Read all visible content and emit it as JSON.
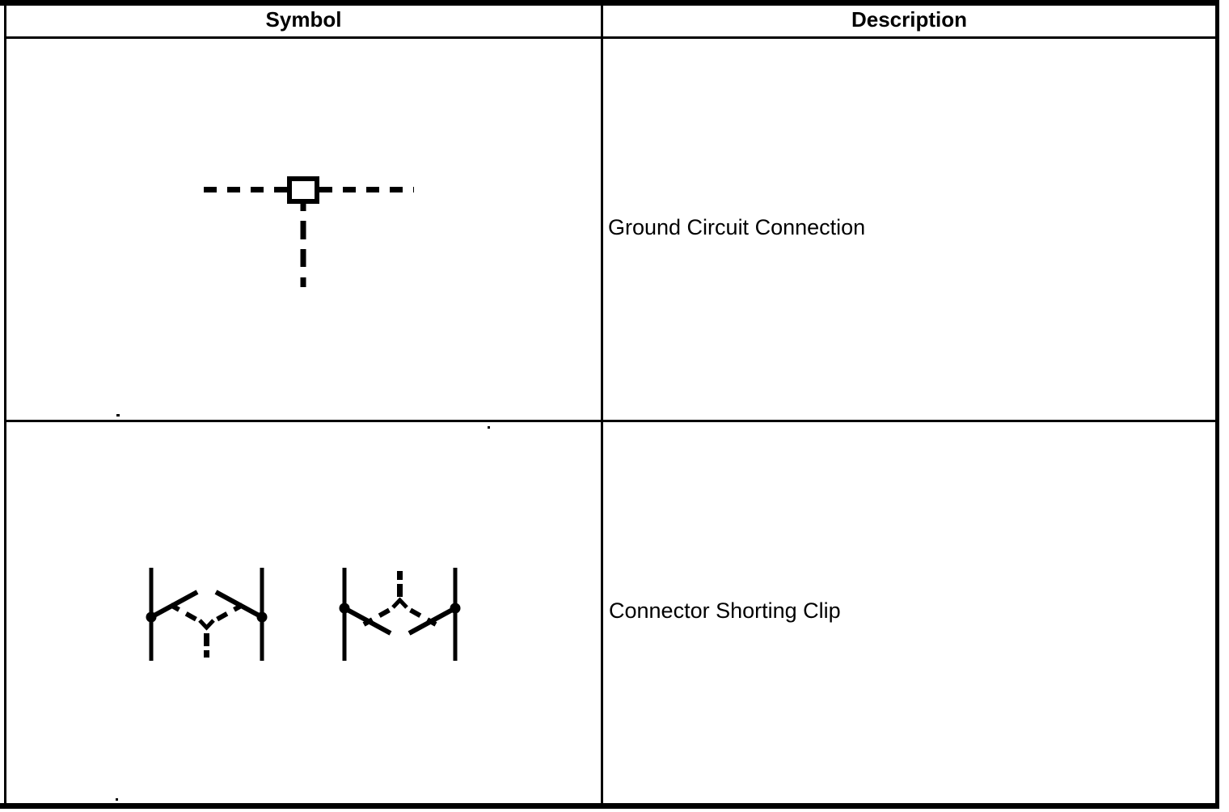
{
  "page": {
    "background_color": "#ffffff",
    "ink_color": "#000000"
  },
  "table": {
    "columns": [
      {
        "header": "Symbol"
      },
      {
        "header": "Description"
      }
    ],
    "rows": [
      {
        "symbol_icon": "ground-circuit-connection-symbol",
        "description": "Ground Circuit Connection"
      },
      {
        "symbol_icon": "connector-shorting-clip-symbol",
        "description": "Connector Shorting Clip"
      }
    ]
  }
}
